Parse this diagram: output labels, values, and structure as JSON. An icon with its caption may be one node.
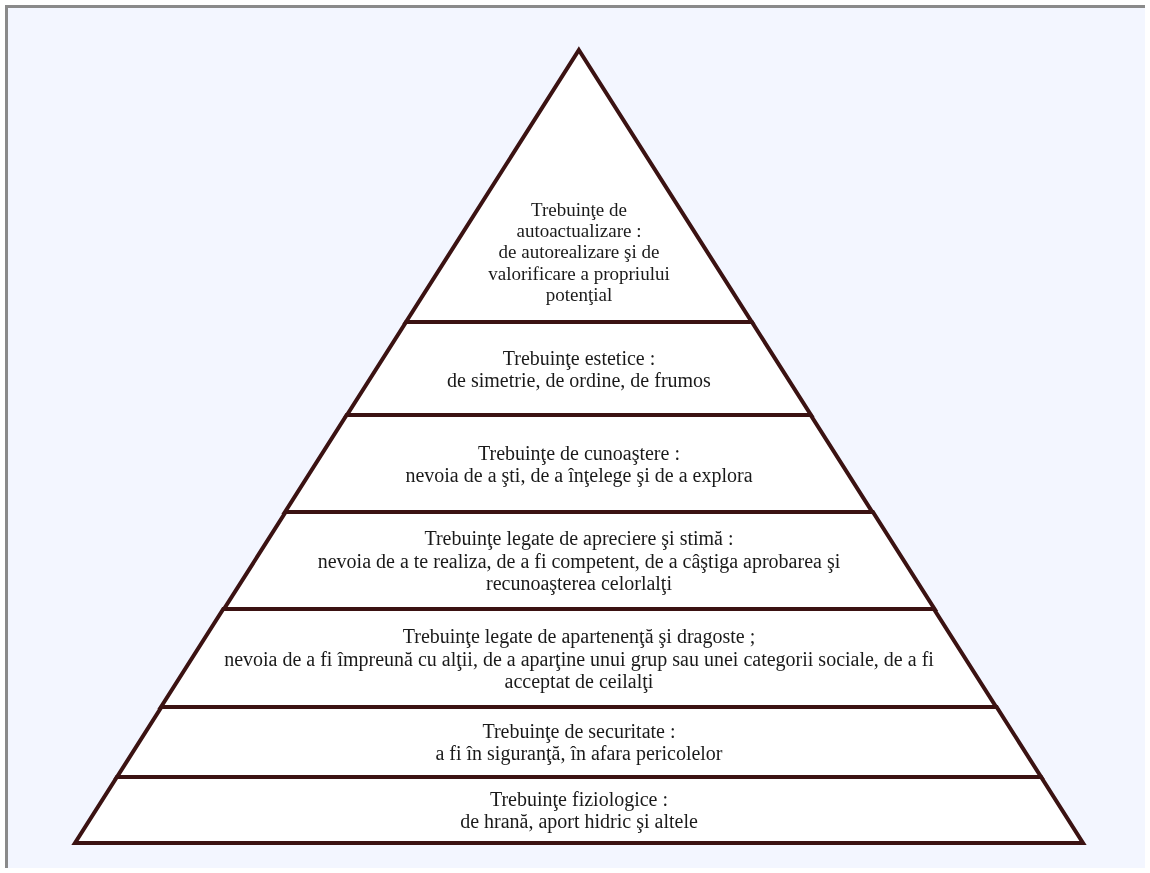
{
  "diagram": {
    "nodes": [
      {
        "text": [
          "Trebuinţe de autoactualizare :",
          "de autorealizare şi de valorificare a propriului potenţial"
        ]
      },
      {
        "text": [
          "Trebuinţe estetice :",
          "de simetrie, de ordine, de frumos"
        ]
      },
      {
        "text": [
          "Trebuinţe de cunoaştere :",
          "nevoia de a şti, de a înţelege şi de a explora"
        ]
      },
      {
        "text": [
          "Trebuinţe legate de apreciere şi stimă :",
          "nevoia de a te realiza, de a fi competent, de a câştiga aprobarea şi recunoaşterea celorlalţi"
        ]
      },
      {
        "text": [
          "Trebuinţe legate de apartenenţă şi dragoste ;",
          "nevoia de a fi împreună cu alţii, de a aparţine unui grup sau unei categorii sociale, de a fi acceptat de ceilalţi"
        ]
      },
      {
        "text": [
          "Trebuinţe de securitate :",
          "a fi în siguranţă, în afara pericolelor"
        ]
      },
      {
        "text": [
          "Trebuinţe fiziologice :",
          "de hrană, aport hidric şi altele"
        ]
      }
    ],
    "edges": []
  }
}
